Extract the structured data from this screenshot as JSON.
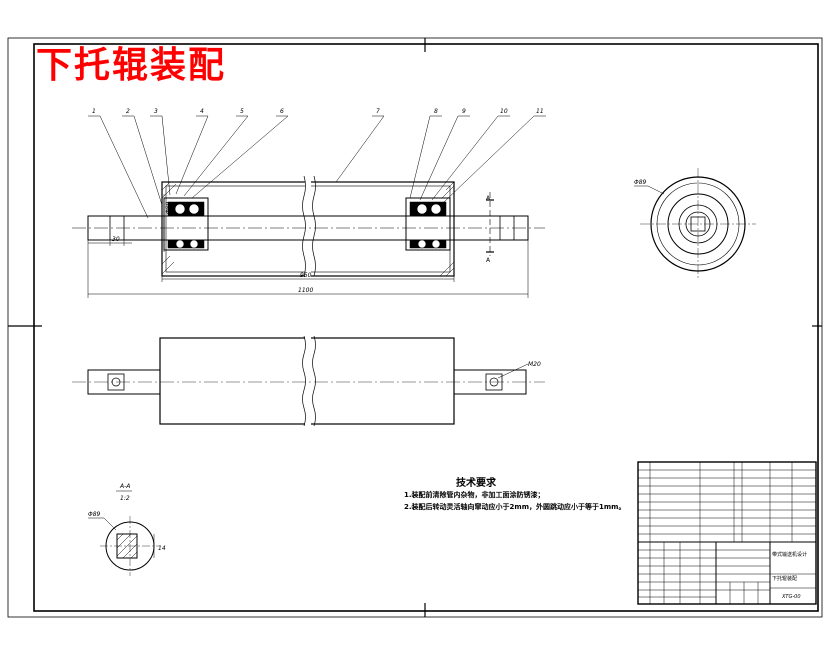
{
  "title": "下托辊装配",
  "part_numbers": [
    "1",
    "2",
    "3",
    "4",
    "5",
    "6",
    "7",
    "8",
    "9",
    "10",
    "11"
  ],
  "dimensions": {
    "shaft_end": "30",
    "shell_length": "950",
    "overall_length": "1100",
    "diameter": "Φ89",
    "bolt_hole": "M20",
    "section_width": "14"
  },
  "section_label": {
    "top": "A-A",
    "bottom": "1:2"
  },
  "section_marks": [
    "A",
    "A"
  ],
  "technical_requirements": {
    "heading": "技术要求",
    "items": [
      "1.装配前清除管内杂物，非加工面涂防锈漆；",
      "2.装配后转动灵活轴向窜动应小于2mm，外圆跳动应小于等于1mm。"
    ]
  },
  "title_block": {
    "drawing_name": "下托辊装配",
    "drawing_code": "XTG-00",
    "project": "带式输送机设计"
  }
}
